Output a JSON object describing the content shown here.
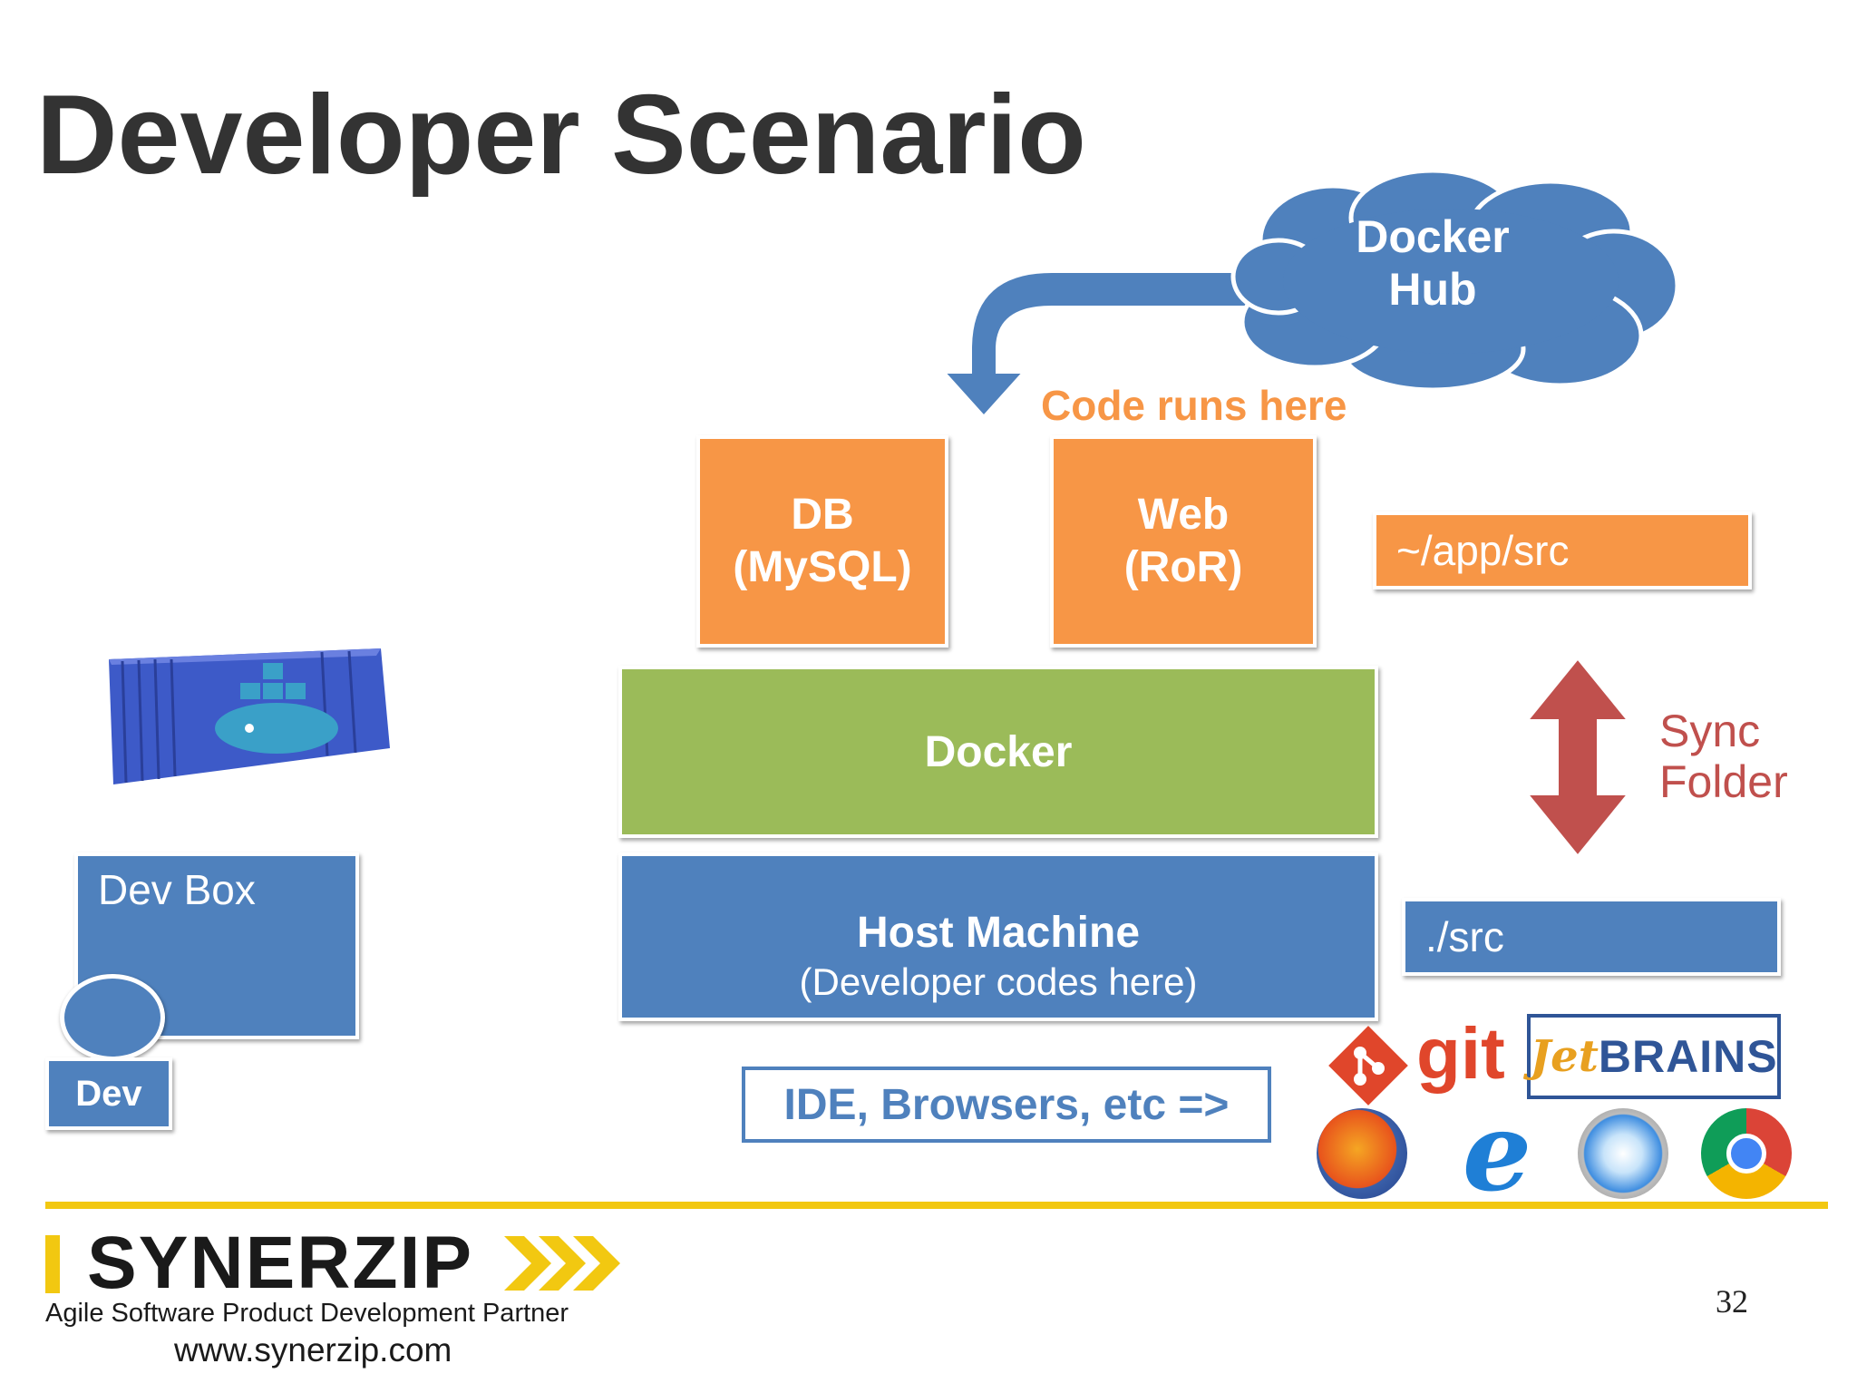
{
  "title": "Developer Scenario",
  "cloud": {
    "line1": "Docker",
    "line2": "Hub"
  },
  "code_runs_label": "Code runs here",
  "db_box": {
    "line1": "DB",
    "line2": "(MySQL)"
  },
  "web_box": {
    "line1": "Web",
    "line2": "(RoR)"
  },
  "app_src": "~/app/src",
  "docker_layer": "Docker",
  "host_machine": {
    "title": "Host Machine",
    "subtitle": "(Developer codes here)"
  },
  "sync_folder": {
    "line1": "Sync",
    "line2": "Folder"
  },
  "local_src": "./src",
  "dev_box": "Dev Box",
  "dev_label": "Dev",
  "ide_label": "IDE, Browsers, etc =>",
  "tools": {
    "git": "git",
    "jetbrains": "BRAINS",
    "jetbrains_script": "Jet"
  },
  "footer": {
    "logo": "SYNERZIP",
    "tagline": "Agile Software Product Development Partner",
    "url": "www.synerzip.com",
    "page_number": "32"
  },
  "colors": {
    "orange": "#f79646",
    "green": "#9bbb59",
    "blue": "#4f81bd",
    "red": "#c0504d",
    "gold": "#f2c811",
    "title": "#333333"
  },
  "icons": [
    "cloud-icon",
    "curved-arrow-icon",
    "double-arrow-icon",
    "shipping-container-icon",
    "person-head-icon",
    "git-logo-icon",
    "jetbrains-logo-icon",
    "firefox-icon",
    "internet-explorer-icon",
    "safari-icon",
    "chrome-icon",
    "chevrons-icon"
  ]
}
